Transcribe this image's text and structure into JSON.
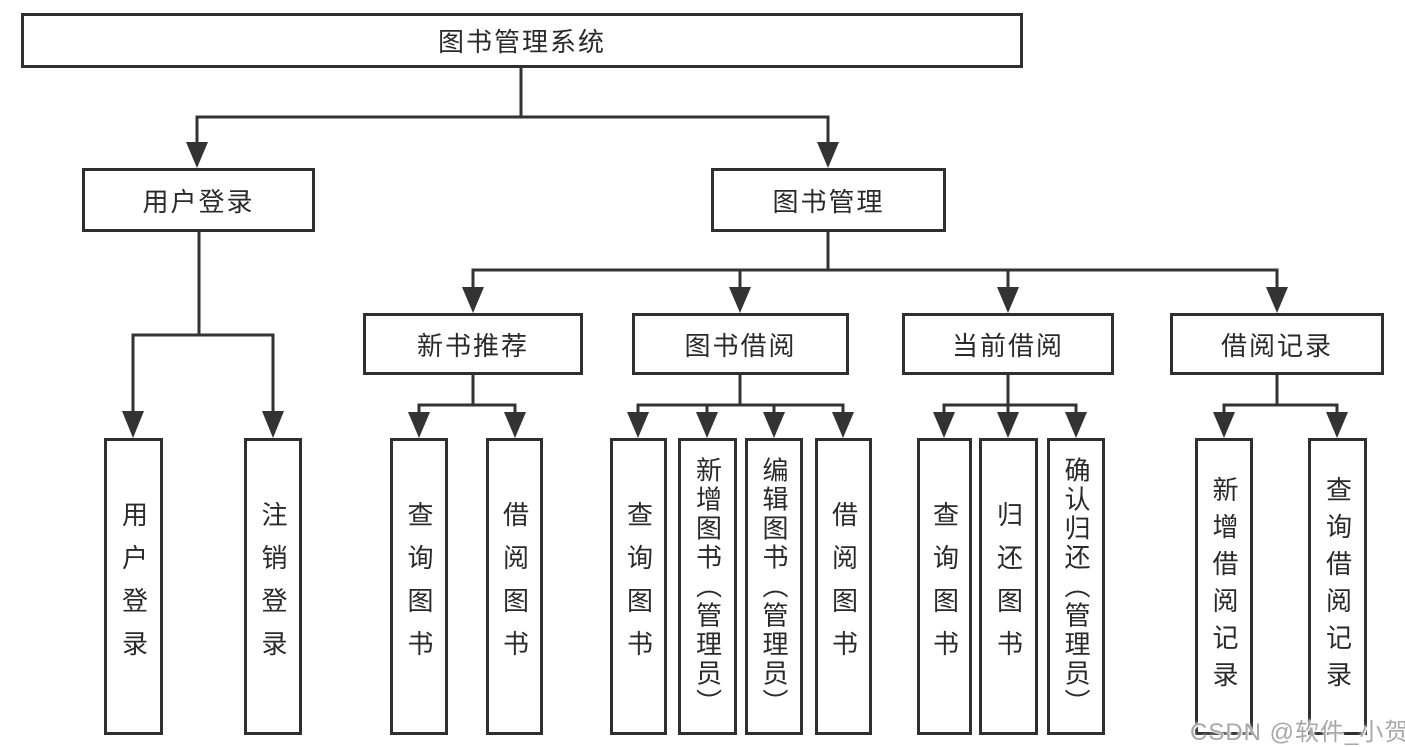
{
  "tree": {
    "label": "图书管理系统",
    "children": [
      {
        "label": "用户登录",
        "children": [
          {
            "label": "用户登录"
          },
          {
            "label": "注销登录"
          }
        ]
      },
      {
        "label": "图书管理",
        "children": [
          {
            "label": "新书推荐",
            "children": [
              {
                "label": "查询图书"
              },
              {
                "label": "借阅图书"
              }
            ]
          },
          {
            "label": "图书借阅",
            "children": [
              {
                "label": "查询图书"
              },
              {
                "label": "新增图书（管理员）"
              },
              {
                "label": "编辑图书（管理员）"
              },
              {
                "label": "借阅图书"
              }
            ]
          },
          {
            "label": "当前借阅",
            "children": [
              {
                "label": "查询图书"
              },
              {
                "label": "归还图书"
              },
              {
                "label": "确认归还（管理员）"
              }
            ]
          },
          {
            "label": "借阅记录",
            "children": [
              {
                "label": "新增借阅记录"
              },
              {
                "label": "查询借阅记录"
              }
            ]
          }
        ]
      }
    ]
  },
  "watermark": {
    "text": "CSDN @软件_小贺同学"
  },
  "colors": {
    "line": "#333333",
    "box_border": "#2f2f2f",
    "text": "#2a2a2a",
    "watermark_gray": "#a8a8a8",
    "background": "#ffffff"
  }
}
